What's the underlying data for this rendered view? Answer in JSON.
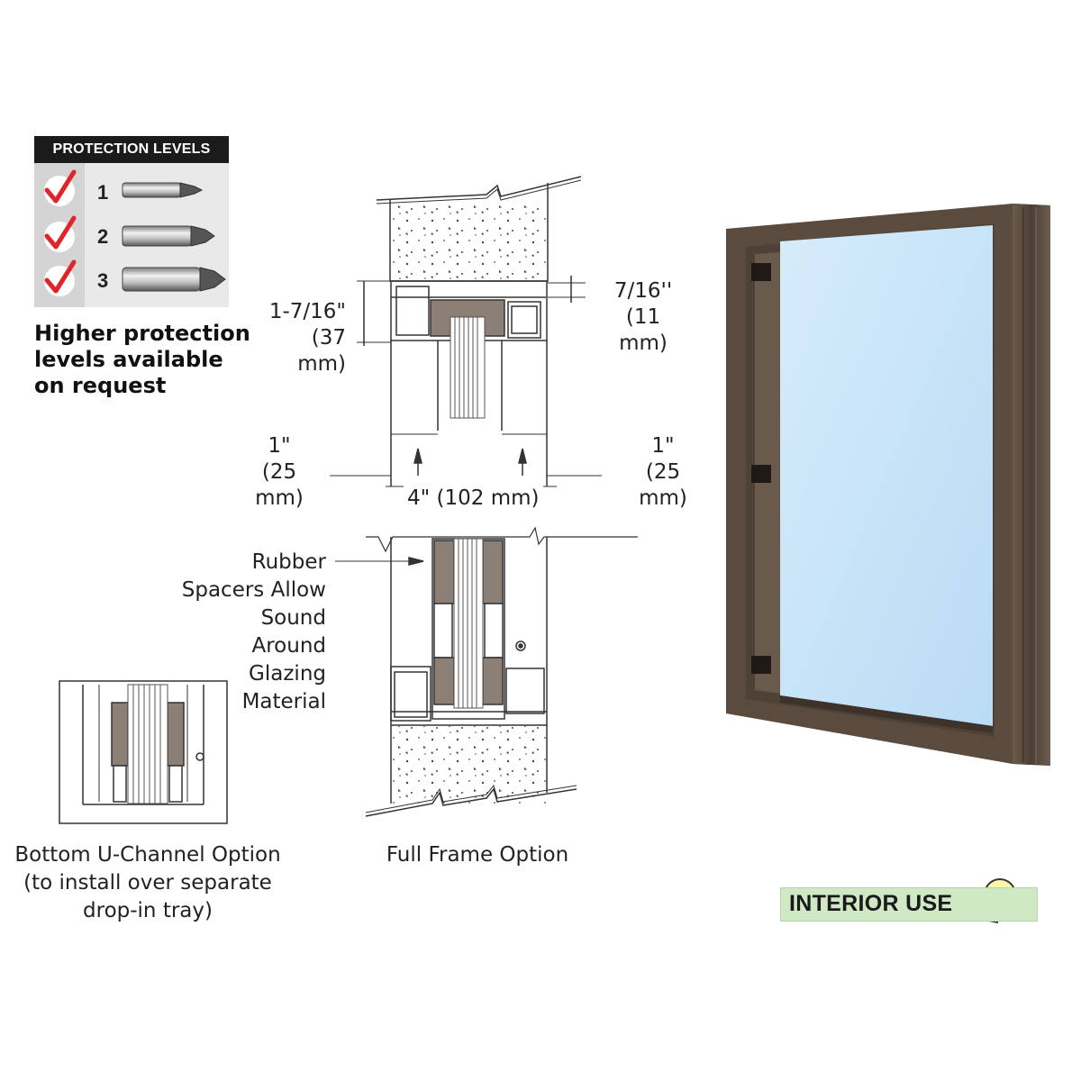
{
  "protection": {
    "header": "PROTECTION LEVELS",
    "levels": [
      {
        "number": "1"
      },
      {
        "number": "2"
      },
      {
        "number": "3"
      }
    ],
    "note_lines": [
      "Higher protection",
      "levels available",
      "on request"
    ],
    "check_color": "#e0242a"
  },
  "dimensions": {
    "top_left_line1": "1-7/16\"",
    "top_left_line2": "(37 mm)",
    "top_right_line1": "7/16''",
    "top_right_line2": "(11 mm)",
    "left_line1": "1\"",
    "left_line2": "(25 mm)",
    "right_line1": "1\"",
    "right_line2": "(25 mm)",
    "width": "4\" (102 mm)"
  },
  "callout": {
    "lines": [
      "Rubber",
      "Spacers Allow",
      "Sound Around",
      "Glazing",
      "Material"
    ]
  },
  "captions": {
    "u_channel": [
      "Bottom U-Channel Option",
      "(to install over separate",
      "drop-in tray)"
    ],
    "full_frame": "Full Frame Option"
  },
  "badge": {
    "label": "INTERIOR USE",
    "icon": "lightbulb-icon"
  },
  "colors": {
    "frame_bronze": "#5a4b3e",
    "glass": "#c9e4f7",
    "gasket": "#8c7f76"
  }
}
